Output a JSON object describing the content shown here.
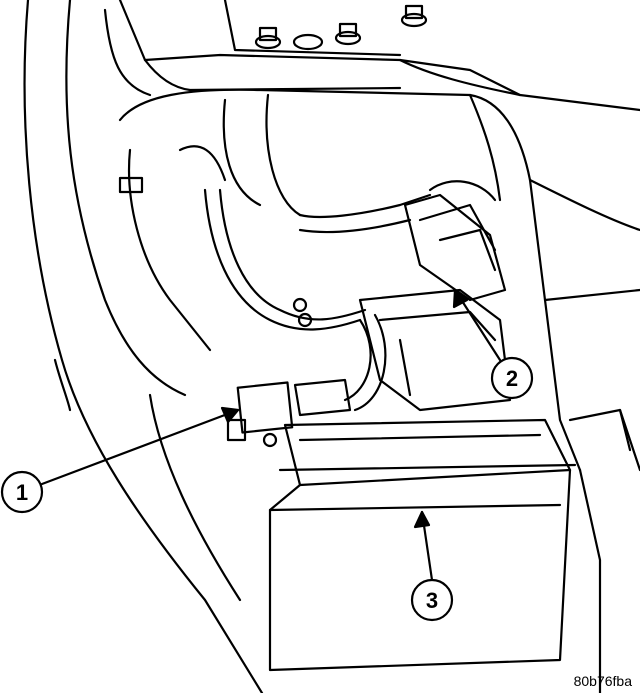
{
  "figure": {
    "figure_code": "80b76fba",
    "callouts": [
      {
        "number": "1"
      },
      {
        "number": "2"
      },
      {
        "number": "3"
      }
    ]
  },
  "colors": {
    "ink": "#000000",
    "paper": "#ffffff"
  }
}
